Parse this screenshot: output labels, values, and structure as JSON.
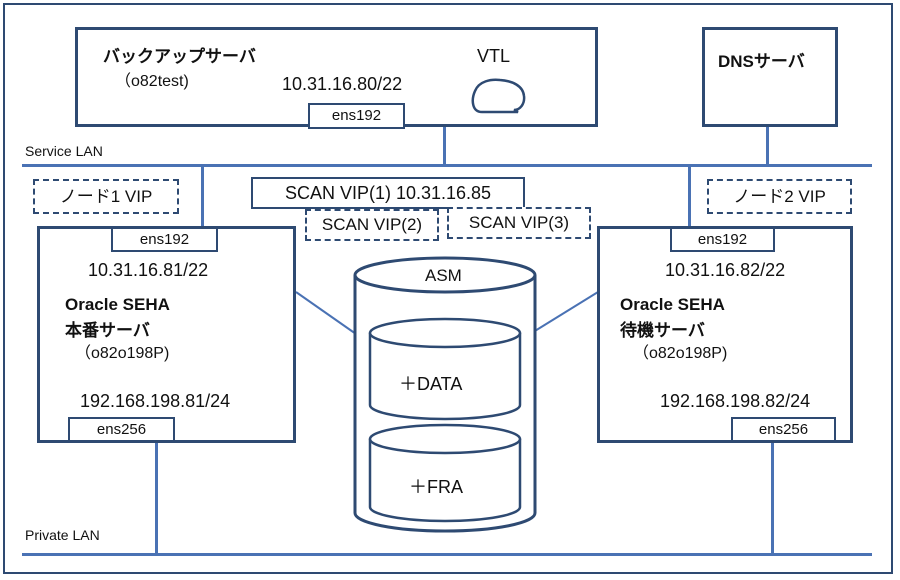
{
  "network": {
    "service_lan": "Service LAN",
    "private_lan": "Private LAN"
  },
  "backup_server": {
    "title": "バックアップサーバ",
    "hostname": "（o82test)",
    "ip": "10.31.16.80/22",
    "vtl_label": "VTL",
    "nic": "ens192"
  },
  "dns_server": {
    "title": "DNSサーバ"
  },
  "scan_vips": {
    "vip1": "SCAN VIP(1) 10.31.16.85",
    "vip2": "SCAN VIP(2)",
    "vip3": "SCAN VIP(3)"
  },
  "node1": {
    "vip_label": "ノード1 VIP",
    "nic_public": "ens192",
    "ip_public": "10.31.16.81/22",
    "title1": "Oracle SEHA",
    "title2": "本番サーバ",
    "hostname": "（o82o198P)",
    "ip_private": "192.168.198.81/24",
    "nic_private": "ens256"
  },
  "node2": {
    "vip_label": "ノード2 VIP",
    "nic_public": "ens192",
    "ip_public": "10.31.16.82/22",
    "title1": "Oracle SEHA",
    "title2": "待機サーバ",
    "hostname": "（o82o198P)",
    "ip_private": "192.168.198.82/24",
    "nic_private": "ens256"
  },
  "storage": {
    "asm_label": "ASM",
    "data_label": "＋DATA",
    "fra_label": "＋FRA"
  }
}
